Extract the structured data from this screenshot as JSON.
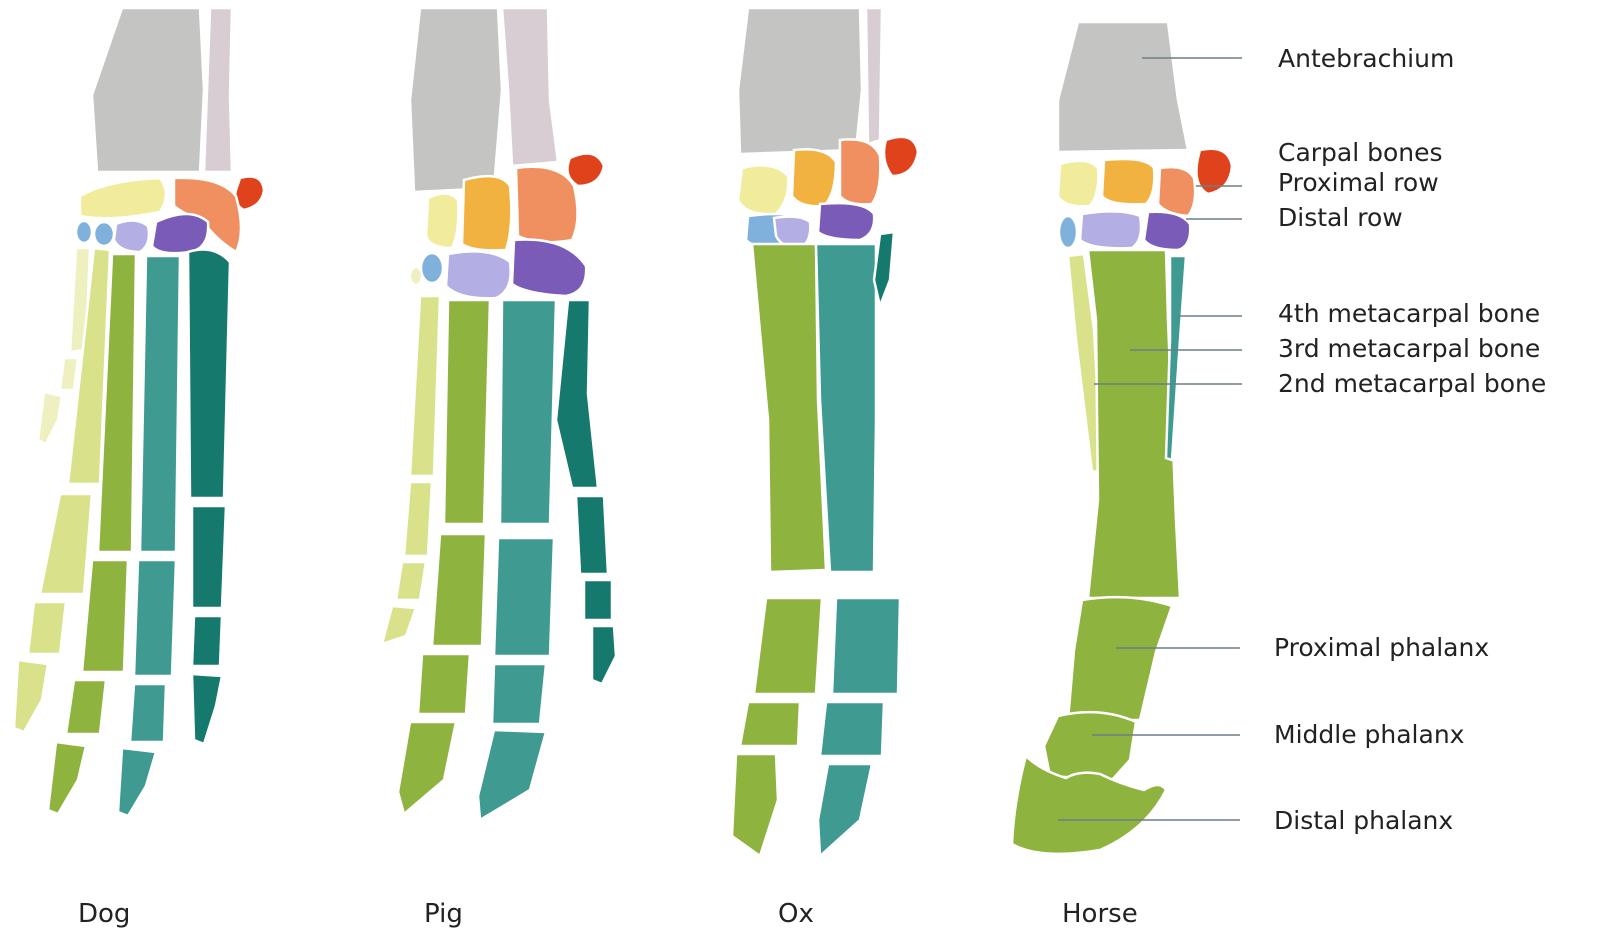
{
  "species": {
    "dog": "Dog",
    "pig": "Pig",
    "ox": "Ox",
    "horse": "Horse"
  },
  "labels": {
    "antebrachium": "Antebrachium",
    "carpal_bones": "Carpal bones",
    "proximal_row": "Proximal row",
    "distal_row": "Distal row",
    "metacarpal_4": "4th metacarpal bone",
    "metacarpal_3": "3rd metacarpal bone",
    "metacarpal_2": "2nd metacarpal bone",
    "proximal_phalanx": "Proximal phalanx",
    "middle_phalanx": "Middle phalanx",
    "distal_phalanx": "Distal phalanx"
  },
  "colors": {
    "radius": "#c4c4c2",
    "ulna": "#d9cdd4",
    "accessory": "#e0431c",
    "radial_carpal": "#f1ec9c",
    "intermediate_carpal": "#f2b23f",
    "ulnar_carpal": "#f09060",
    "carpal_1_2": "#7fb1dc",
    "carpal_3": "#b3aee3",
    "carpal_4": "#7a5cb8",
    "digit_1": "#eef0c0",
    "digit_2": "#d9e28a",
    "digit_3": "#8fb33f",
    "digit_4": "#3f9a92",
    "digit_5": "#157a6d",
    "leader_line": "#6b7f86"
  }
}
